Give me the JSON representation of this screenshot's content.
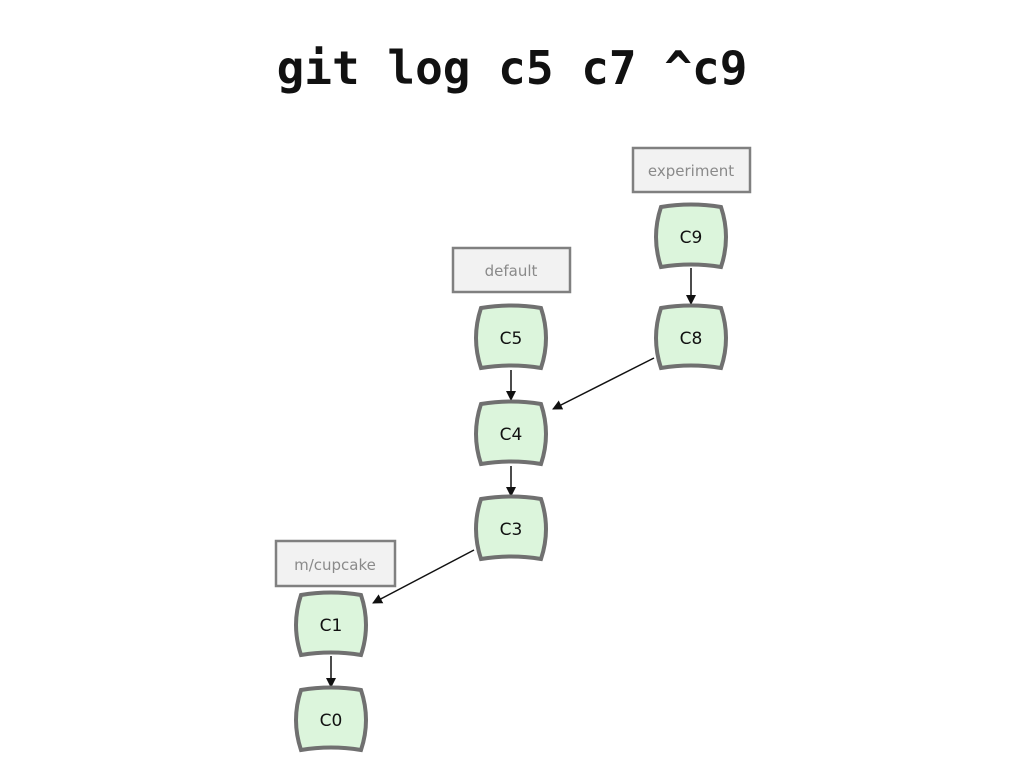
{
  "title": "git log c5 c7 ^c9",
  "colors": {
    "commit_fill": "#dcf5dc",
    "commit_stroke": "#707070",
    "ref_fill": "#f2f2f2",
    "ref_stroke": "#808080",
    "ref_text": "#8a8a8a",
    "arrow": "#111111"
  },
  "refs": [
    {
      "id": "experiment",
      "label": "experiment"
    },
    {
      "id": "default",
      "label": "default"
    },
    {
      "id": "cupcake",
      "label": "m/cupcake"
    }
  ],
  "commits": [
    {
      "id": "c9",
      "label": "C9"
    },
    {
      "id": "c8",
      "label": "C8"
    },
    {
      "id": "c5",
      "label": "C5"
    },
    {
      "id": "c4",
      "label": "C4"
    },
    {
      "id": "c3",
      "label": "C3"
    },
    {
      "id": "c1",
      "label": "C1"
    },
    {
      "id": "c0",
      "label": "C0"
    }
  ],
  "edges": [
    {
      "from": "c9",
      "to": "c8"
    },
    {
      "from": "c5",
      "to": "c4"
    },
    {
      "from": "c8",
      "to": "c4"
    },
    {
      "from": "c4",
      "to": "c3"
    },
    {
      "from": "c3",
      "to": "c1"
    },
    {
      "from": "c1",
      "to": "c0"
    }
  ]
}
